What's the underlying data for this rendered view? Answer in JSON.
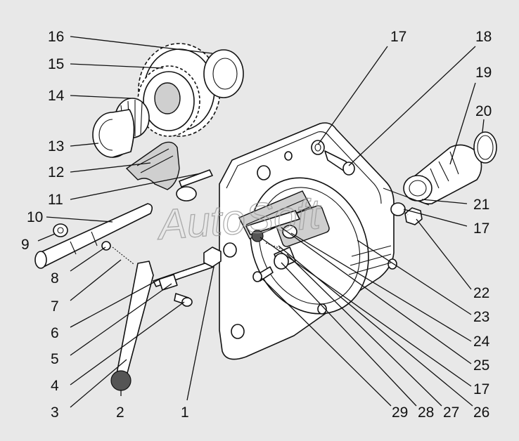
{
  "watermark": "AutoSoft",
  "callouts": [
    {
      "id": "16",
      "label": "16"
    },
    {
      "id": "15",
      "label": "15"
    },
    {
      "id": "14",
      "label": "14"
    },
    {
      "id": "13",
      "label": "13"
    },
    {
      "id": "12",
      "label": "12"
    },
    {
      "id": "11",
      "label": "11"
    },
    {
      "id": "10",
      "label": "10"
    },
    {
      "id": "9",
      "label": "9"
    },
    {
      "id": "8",
      "label": "8"
    },
    {
      "id": "7",
      "label": "7"
    },
    {
      "id": "6",
      "label": "6"
    },
    {
      "id": "5",
      "label": "5"
    },
    {
      "id": "4",
      "label": "4"
    },
    {
      "id": "3",
      "label": "3"
    },
    {
      "id": "2",
      "label": "2"
    },
    {
      "id": "1",
      "label": "1"
    },
    {
      "id": "17a",
      "label": "17"
    },
    {
      "id": "18",
      "label": "18"
    },
    {
      "id": "19",
      "label": "19"
    },
    {
      "id": "20",
      "label": "20"
    },
    {
      "id": "21",
      "label": "21"
    },
    {
      "id": "17b",
      "label": "17"
    },
    {
      "id": "22",
      "label": "22"
    },
    {
      "id": "23",
      "label": "23"
    },
    {
      "id": "24",
      "label": "24"
    },
    {
      "id": "25",
      "label": "25"
    },
    {
      "id": "17c",
      "label": "17"
    },
    {
      "id": "26",
      "label": "26"
    },
    {
      "id": "27",
      "label": "27"
    },
    {
      "id": "28",
      "label": "28"
    },
    {
      "id": "29",
      "label": "29"
    }
  ]
}
